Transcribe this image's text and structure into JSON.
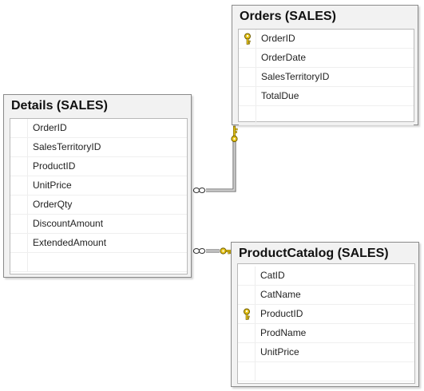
{
  "tables": {
    "orders": {
      "title": "Orders (SALES)",
      "columns": [
        {
          "name": "OrderID",
          "key": true
        },
        {
          "name": "OrderDate",
          "key": false
        },
        {
          "name": "SalesTerritoryID",
          "key": false
        },
        {
          "name": "TotalDue",
          "key": false
        }
      ]
    },
    "details": {
      "title": "Details (SALES)",
      "columns": [
        {
          "name": "OrderID",
          "key": false
        },
        {
          "name": "SalesTerritoryID",
          "key": false
        },
        {
          "name": "ProductID",
          "key": false
        },
        {
          "name": "UnitPrice",
          "key": false
        },
        {
          "name": "OrderQty",
          "key": false
        },
        {
          "name": "DiscountAmount",
          "key": false
        },
        {
          "name": "ExtendedAmount",
          "key": false
        }
      ]
    },
    "product": {
      "title": "ProductCatalog (SALES)",
      "columns": [
        {
          "name": "CatID",
          "key": false
        },
        {
          "name": "CatName",
          "key": false
        },
        {
          "name": "ProductID",
          "key": true
        },
        {
          "name": "ProdName",
          "key": false
        },
        {
          "name": "UnitPrice",
          "key": false
        }
      ]
    }
  },
  "relationships": [
    {
      "from": "Details",
      "to": "Orders",
      "many_end": "Details",
      "one_end": "Orders"
    },
    {
      "from": "Details",
      "to": "ProductCatalog",
      "many_end": "Details",
      "one_end": "ProductCatalog"
    }
  ],
  "colors": {
    "key_icon": "#e8c51a",
    "line": "#7d7d7d",
    "table_bg": "#f2f2f2"
  }
}
